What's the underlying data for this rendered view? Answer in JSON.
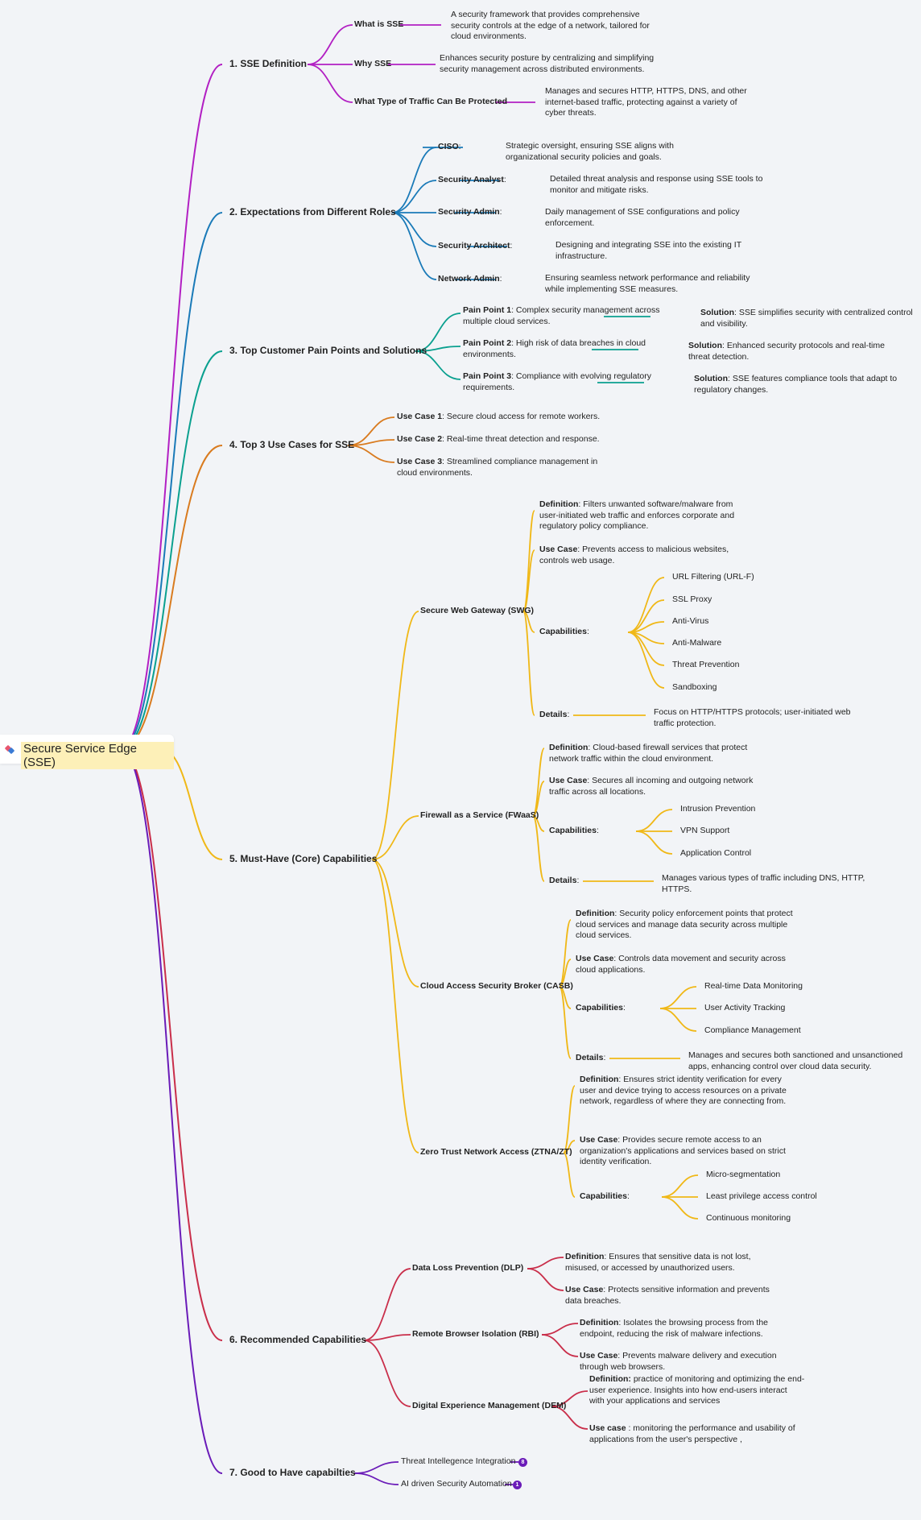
{
  "root": {
    "title": "Secure Service Edge (SSE)",
    "icon": "puzzle-icon"
  },
  "colors": {
    "c1": "#b21fc3",
    "c2": "#1a7ab8",
    "c3": "#0aa08f",
    "c4": "#d97b1f",
    "c5": "#f0b817",
    "c6": "#c92e4a",
    "c7": "#6a1bb8"
  },
  "categories": {
    "c1": "1.  SSE Definition",
    "c2": "2.  Expectations from Different Roles",
    "c3": "3.  Top Customer Pain Points and Solutions",
    "c4": "4.  Top 3 Use Cases for SSE",
    "c5": "5.  Must-Have (Core) Capabilities",
    "c6": "6.  Recommended  Capabilities",
    "c7": "7.  Good to Have capabilties"
  },
  "sse": {
    "what_label": "What is SSE",
    "what_text": [
      "A security framework that provides comprehensive",
      "security controls at the edge of a network, tailored for",
      "cloud environments."
    ],
    "why_label": "Why SSE",
    "why_text": [
      "Enhances security posture by centralizing and simplifying",
      "security management across distributed environments."
    ],
    "traffic_label": "What Type of Traffic Can Be Protected",
    "traffic_text": [
      "Manages and secures HTTP, HTTPS, DNS, and other",
      "internet-based traffic, protecting against a variety of",
      "cyber threats."
    ]
  },
  "roles": [
    {
      "label": "CISO",
      "text": [
        "Strategic oversight, ensuring SSE aligns with",
        "organizational security policies and goals."
      ]
    },
    {
      "label": "Security Analyst",
      "text": [
        "Detailed threat analysis and response using SSE tools to",
        "monitor and mitigate risks."
      ]
    },
    {
      "label": "Security Admin",
      "text": [
        "Daily management of SSE configurations and policy",
        "enforcement."
      ]
    },
    {
      "label": "Security Architect",
      "text": [
        "Designing and integrating SSE into the existing IT",
        "infrastructure."
      ]
    },
    {
      "label": "Network Admin",
      "text": [
        "Ensuring seamless network performance and reliability",
        "while implementing SSE measures."
      ]
    }
  ],
  "pains": [
    {
      "label": "Pain Point 1",
      "text": [
        ": Complex security management across",
        "multiple cloud services."
      ],
      "sol_label": "Solution",
      "sol": [
        ": SSE simplifies security with centralized control",
        "and visibility."
      ]
    },
    {
      "label": "Pain Point 2",
      "text": [
        ": High risk of data breaches in cloud",
        "environments."
      ],
      "sol_label": "Solution",
      "sol": [
        ": Enhanced security protocols and real-time",
        "threat detection."
      ]
    },
    {
      "label": "Pain Point 3",
      "text": [
        ": Compliance with evolving regulatory",
        "requirements."
      ],
      "sol_label": "Solution",
      "sol": [
        ": SSE features compliance tools that adapt to",
        "regulatory changes."
      ]
    }
  ],
  "usecases": [
    {
      "label": "Use Case 1",
      "text": [
        ": Secure cloud access for remote workers."
      ]
    },
    {
      "label": "Use Case 2",
      "text": [
        ": Real-time threat detection and response."
      ]
    },
    {
      "label": "Use Case 3",
      "text": [
        ": Streamlined compliance management in",
        "cloud environments."
      ]
    }
  ],
  "swg": {
    "title": "Secure Web Gateway (SWG)",
    "def_label": "Definition",
    "def": [
      ": Filters unwanted software/malware from",
      "user-initiated web traffic and enforces corporate and",
      "regulatory policy compliance."
    ],
    "uc_label": "Use Case",
    "uc": [
      ": Prevents access to malicious websites,",
      "controls web usage."
    ],
    "cap_label": "Capabilities",
    "caps": [
      "URL Filtering (URL-F)",
      "SSL Proxy",
      "Anti-Virus",
      "Anti-Malware",
      "Threat Prevention",
      "Sandboxing"
    ],
    "det_label": "Details",
    "det": [
      "Focus on HTTP/HTTPS protocols; user-initiated web",
      "traffic protection."
    ]
  },
  "fwaas": {
    "title": "Firewall as a Service (FWaaS)",
    "def_label": "Definition",
    "def": [
      ": Cloud-based firewall services that protect",
      "network traffic within the cloud environment."
    ],
    "uc_label": "Use Case",
    "uc": [
      ": Secures all incoming and outgoing network",
      "traffic across all locations."
    ],
    "cap_label": "Capabilities",
    "caps": [
      "Intrusion Prevention",
      "VPN Support",
      "Application Control"
    ],
    "det_label": "Details",
    "det": [
      "Manages various types of traffic including DNS, HTTP,",
      "HTTPS."
    ]
  },
  "casb": {
    "title": "Cloud Access Security Broker (CASB)",
    "def_label": "Definition",
    "def": [
      ": Security policy enforcement points that protect",
      "cloud services and manage data security across multiple",
      "cloud services."
    ],
    "uc_label": "Use Case",
    "uc": [
      ": Controls data movement and security across",
      "cloud applications."
    ],
    "cap_label": "Capabilities",
    "caps": [
      "Real-time Data Monitoring",
      "User Activity Tracking",
      "Compliance Management"
    ],
    "det_label": "Details",
    "det": [
      "Manages and secures both sanctioned and unsanctioned",
      "apps, enhancing control over cloud data security."
    ]
  },
  "ztna": {
    "title": "Zero Trust Network Access (ZTNA/ZT)",
    "def_label": "Definition",
    "def": [
      ": Ensures strict identity verification for every",
      "user and device trying to access resources on a private",
      "network, regardless of where they are connecting from."
    ],
    "uc_label": "Use Case",
    "uc": [
      ": Provides secure remote access to an",
      "organization's applications and services based on strict",
      "identity verification."
    ],
    "cap_label": "Capabilities",
    "caps": [
      "Micro-segmentation",
      "Least privilege access control",
      "Continuous monitoring"
    ]
  },
  "dlp": {
    "title": "Data Loss Prevention (DLP)",
    "def_label": "Definition",
    "def": [
      ": Ensures that sensitive data is not lost,",
      "misused, or accessed by unauthorized users."
    ],
    "uc_label": "Use Case",
    "uc": [
      ": Protects sensitive information and prevents",
      "data breaches."
    ]
  },
  "rbi": {
    "title": "Remote Browser Isolation (RBI)",
    "def_label": "Definition",
    "def": [
      ": Isolates the browsing process from the",
      "endpoint, reducing the risk of malware infections."
    ],
    "uc_label": "Use Case",
    "uc": [
      ": Prevents malware delivery and execution",
      "through web browsers."
    ]
  },
  "dem": {
    "title": "Digital Experience Management (DEM)",
    "def_label": "Definition:",
    "def": [
      " practice of monitoring and optimizing the end-",
      "user experience.  Insights into how end-users interact",
      "with your applications and services"
    ],
    "uc_label": "Use case",
    "uc": [
      " : monitoring the performance and usability of",
      "applications from the user's perspective ,"
    ]
  },
  "good": [
    {
      "label": "Threat Intellegence Integration",
      "badge": "8"
    },
    {
      "label": "AI driven Security Automation",
      "badge": "1"
    }
  ]
}
